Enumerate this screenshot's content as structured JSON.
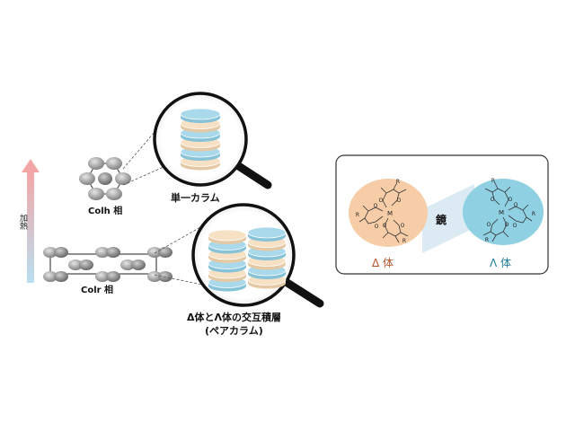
{
  "labels": {
    "heating": "加熱",
    "colh_phase": "Colh 相",
    "colr_phase": "Colr 相",
    "single_column": "単一カラム",
    "alternating_line1": "Δ体とΛ体の交互積層",
    "alternating_line2": "(ペアカラム)",
    "mirror": "鏡",
    "delta_isomer": "Δ 体",
    "lambda_isomer": "Λ 体",
    "metal": "M",
    "substituent": "R",
    "oxygen": "O"
  },
  "colors": {
    "disc_blue": "#a9d9ea",
    "disc_cream": "#f7e1c4",
    "delta_fill": "#f6cda7",
    "lambda_fill": "#8fd0e3",
    "mirror_fill": "#dcebf3",
    "delta_text": "#b4562a",
    "lambda_text": "#1f7a99",
    "arrow_top": "#f3a6a6",
    "arrow_bottom": "#b9dff0"
  }
}
